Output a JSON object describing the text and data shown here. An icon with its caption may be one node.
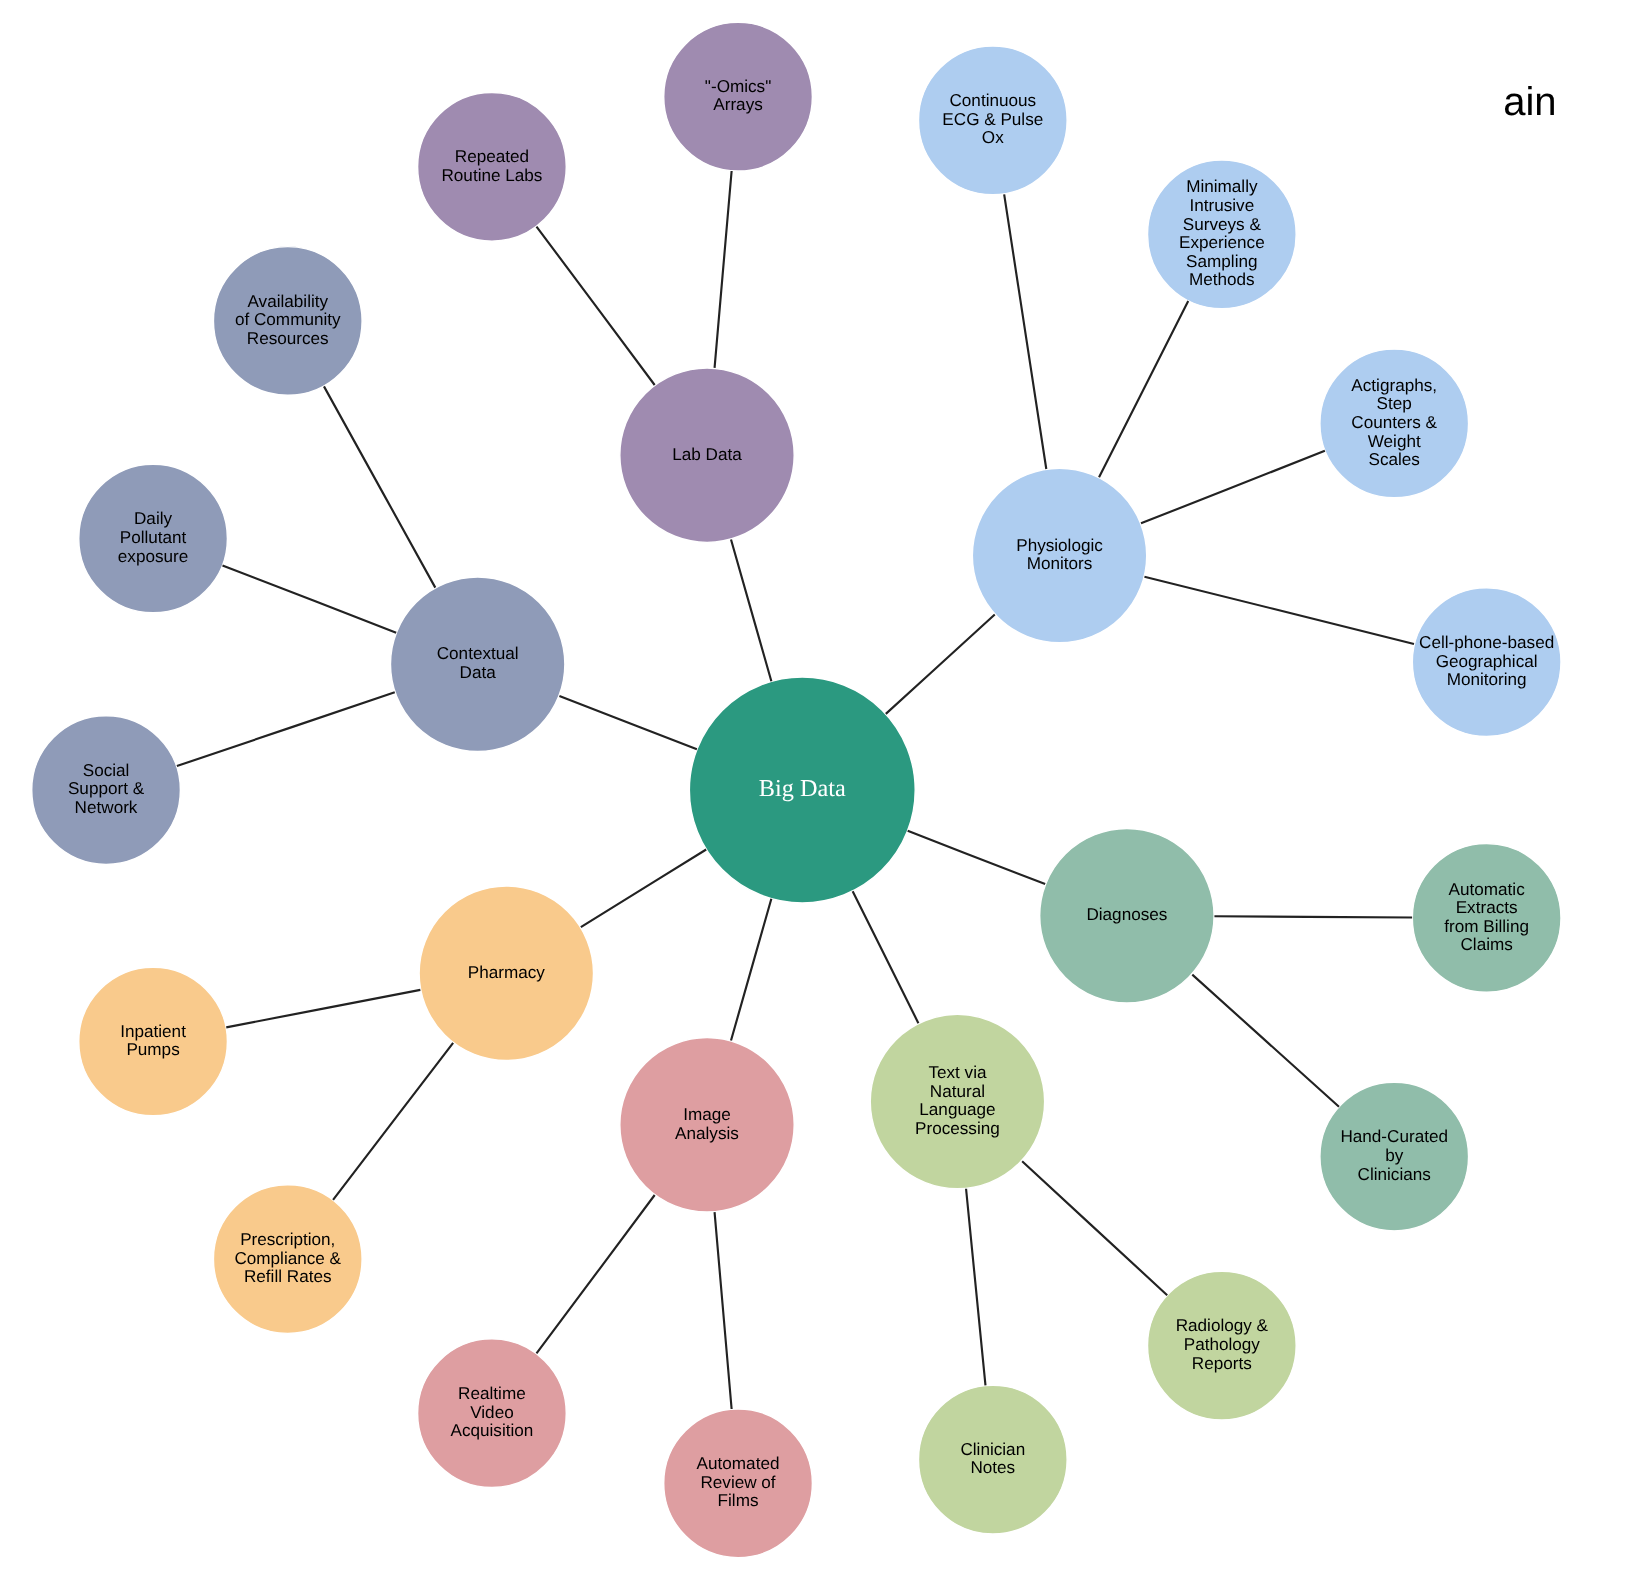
{
  "diagram": {
    "nodes": [
      {
        "text": [
          "Big Data"
        ]
      },
      {
        "text": [
          "Physiologic Monitors"
        ]
      },
      {
        "text": [
          "Cell-phone-based Geographical Monitoring"
        ]
      },
      {
        "text": [
          "Actigraphs, Step Counters & Weight Scales"
        ]
      },
      {
        "text": [
          "Minimally Intrusive Surveys & Experience Sampling Methods"
        ]
      },
      {
        "text": [
          "Continuous ECG & Pulse Ox"
        ]
      },
      {
        "text": [
          "Lab Data"
        ]
      },
      {
        "text": [
          "\"-Omics\" Arrays"
        ]
      },
      {
        "text": [
          "Repeated Routine Labs"
        ]
      },
      {
        "text": [
          "Contextual Data"
        ]
      },
      {
        "text": [
          "Availability of Community Resources"
        ]
      },
      {
        "text": [
          "Daily Pollutant exposure"
        ]
      },
      {
        "text": [
          "Social Support & Network"
        ]
      },
      {
        "text": [
          "Pharmacy"
        ]
      },
      {
        "text": [
          "Inpatient Pumps"
        ]
      },
      {
        "text": [
          "Prescription, Compliance & Refill Rates"
        ]
      },
      {
        "text": [
          "Image Analysis"
        ]
      },
      {
        "text": [
          "Realtime Video Acquisition"
        ]
      },
      {
        "text": [
          "Automated Review of Films"
        ]
      },
      {
        "text": [
          "Text via Natural Language Processing"
        ]
      },
      {
        "text": [
          "Clinician Notes"
        ]
      },
      {
        "text": [
          "Radiology & Pathology Reports"
        ]
      },
      {
        "text": [
          "Diagnoses"
        ]
      },
      {
        "text": [
          "Hand-Curated by Clinicians"
        ]
      },
      {
        "text": [
          "Automatic Extracts from Billing Claims"
        ]
      }
    ],
    "edges": [
      {
        "from": 0,
        "to": 1,
        "arrow": "none"
      },
      {
        "from": 1,
        "to": 2,
        "arrow": "none"
      },
      {
        "from": 1,
        "to": 3,
        "arrow": "none"
      },
      {
        "from": 1,
        "to": 4,
        "arrow": "none"
      },
      {
        "from": 1,
        "to": 5,
        "arrow": "none"
      },
      {
        "from": 0,
        "to": 6,
        "arrow": "none"
      },
      {
        "from": 6,
        "to": 7,
        "arrow": "none"
      },
      {
        "from": 6,
        "to": 8,
        "arrow": "none"
      },
      {
        "from": 0,
        "to": 9,
        "arrow": "none"
      },
      {
        "from": 9,
        "to": 10,
        "arrow": "none"
      },
      {
        "from": 9,
        "to": 11,
        "arrow": "none"
      },
      {
        "from": 9,
        "to": 12,
        "arrow": "none"
      },
      {
        "from": 0,
        "to": 13,
        "arrow": "none"
      },
      {
        "from": 13,
        "to": 14,
        "arrow": "none"
      },
      {
        "from": 13,
        "to": 15,
        "arrow": "none"
      },
      {
        "from": 0,
        "to": 16,
        "arrow": "none"
      },
      {
        "from": 16,
        "to": 17,
        "arrow": "none"
      },
      {
        "from": 16,
        "to": 18,
        "arrow": "none"
      },
      {
        "from": 0,
        "to": 19,
        "arrow": "none"
      },
      {
        "from": 19,
        "to": 20,
        "arrow": "none"
      },
      {
        "from": 19,
        "to": 21,
        "arrow": "none"
      },
      {
        "from": 0,
        "to": 22,
        "arrow": "none"
      },
      {
        "from": 22,
        "to": 23,
        "arrow": "none"
      },
      {
        "from": 22,
        "to": 24,
        "arrow": "none"
      }
    ],
    "labels": [
      "ain"
    ]
  }
}
